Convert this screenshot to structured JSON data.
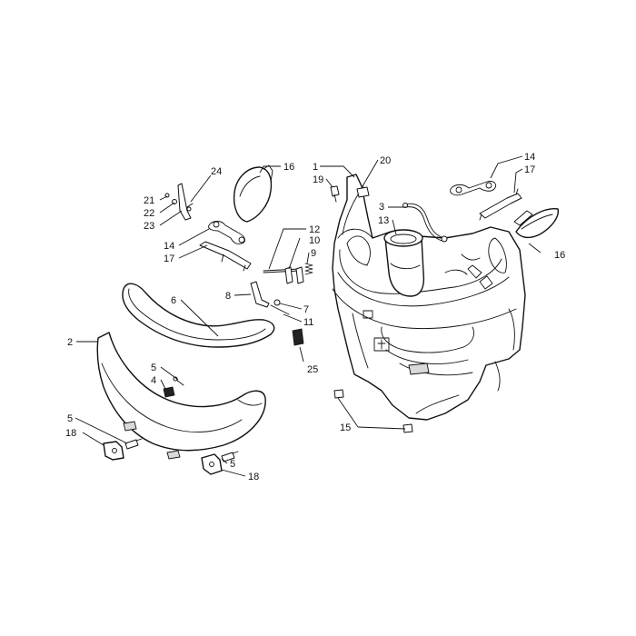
{
  "callouts": [
    {
      "id": "c1",
      "text": "1"
    },
    {
      "id": "c2",
      "text": "2"
    },
    {
      "id": "c3",
      "text": "3"
    },
    {
      "id": "c4",
      "text": "4"
    },
    {
      "id": "c5a",
      "text": "5"
    },
    {
      "id": "c5b",
      "text": "5"
    },
    {
      "id": "c5c",
      "text": "5"
    },
    {
      "id": "c6",
      "text": "6"
    },
    {
      "id": "c7",
      "text": "7"
    },
    {
      "id": "c8",
      "text": "8"
    },
    {
      "id": "c9",
      "text": "9"
    },
    {
      "id": "c10",
      "text": "10"
    },
    {
      "id": "c11",
      "text": "11"
    },
    {
      "id": "c12",
      "text": "12"
    },
    {
      "id": "c13",
      "text": "13"
    },
    {
      "id": "c14a",
      "text": "14"
    },
    {
      "id": "c14b",
      "text": "14"
    },
    {
      "id": "c15",
      "text": "15"
    },
    {
      "id": "c16a",
      "text": "16"
    },
    {
      "id": "c16b",
      "text": "16"
    },
    {
      "id": "c17a",
      "text": "17"
    },
    {
      "id": "c17b",
      "text": "17"
    },
    {
      "id": "c18a",
      "text": "18"
    },
    {
      "id": "c18b",
      "text": "18"
    },
    {
      "id": "c19",
      "text": "19"
    },
    {
      "id": "c20",
      "text": "20"
    },
    {
      "id": "c21",
      "text": "21"
    },
    {
      "id": "c22",
      "text": "22"
    },
    {
      "id": "c23",
      "text": "23"
    },
    {
      "id": "c24",
      "text": "24"
    },
    {
      "id": "c25",
      "text": "25"
    }
  ]
}
